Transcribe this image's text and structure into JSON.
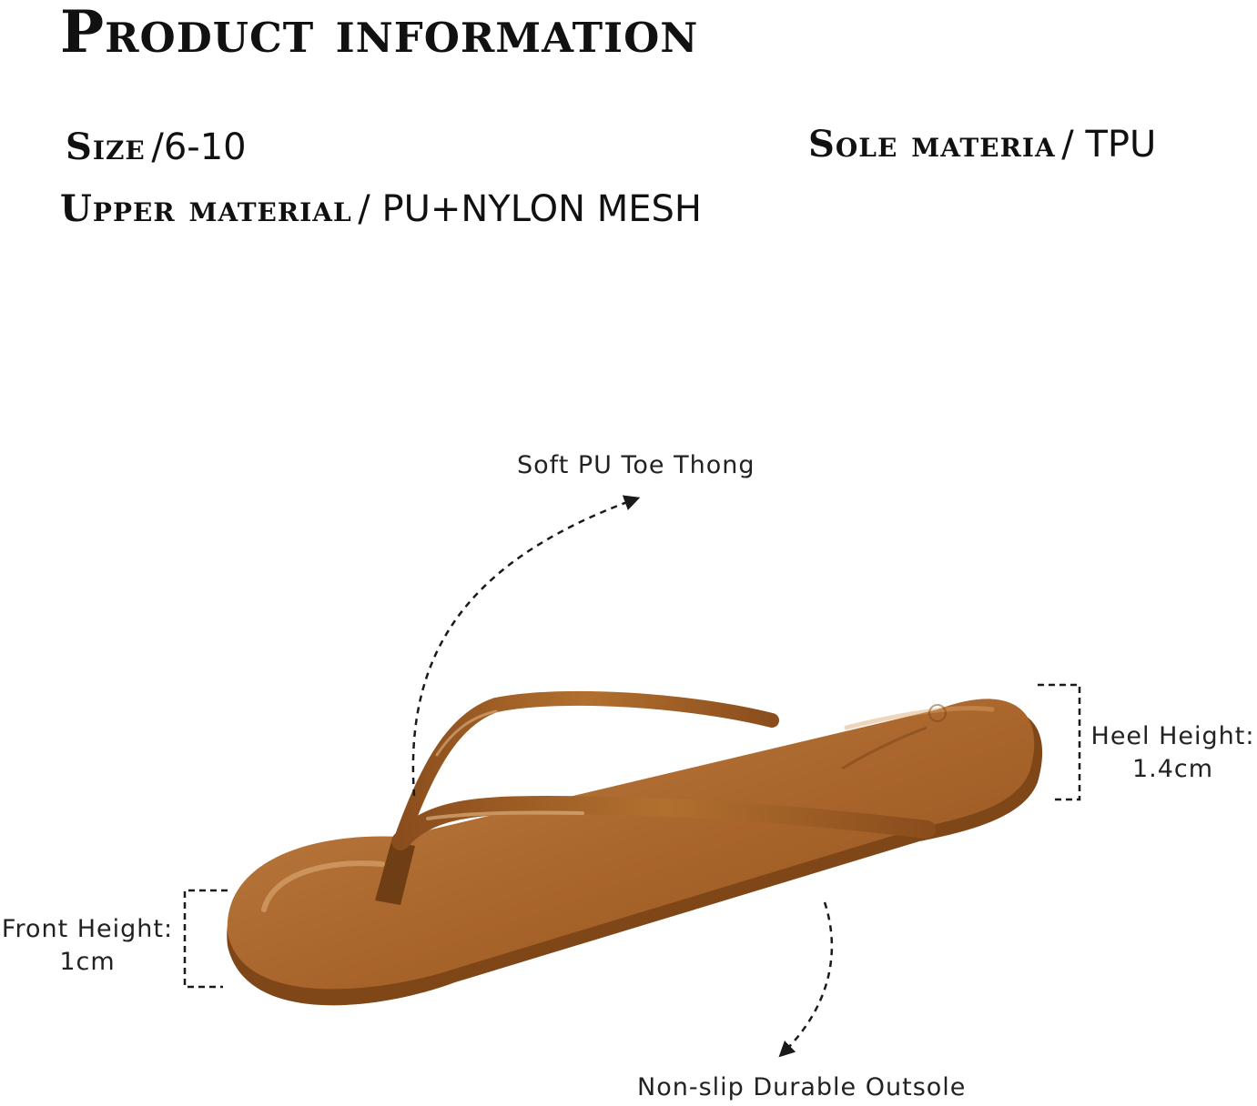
{
  "header": {
    "title": "Product information"
  },
  "specs": {
    "size_label": "Size",
    "size_value": "/6-10",
    "sole_label": "Sole materia",
    "sole_value": "/ TPU",
    "upper_label": "Upper material",
    "upper_value": "/ PU+NYLON MESH"
  },
  "callouts": {
    "thong": "Soft PU Toe Thong",
    "outsole": "Non-slip Durable Outsole"
  },
  "dimensions": {
    "heel_label": "Heel Height:",
    "heel_value": "1.4cm",
    "front_label": "Front Height:",
    "front_value": "1cm"
  },
  "colors": {
    "sandal": "#a8642a",
    "sandal_dark": "#7f4718",
    "sandal_light": "#c98a4d"
  },
  "icons": [
    "sandal-illustration",
    "arrow-thong-icon",
    "arrow-outsole-icon"
  ]
}
